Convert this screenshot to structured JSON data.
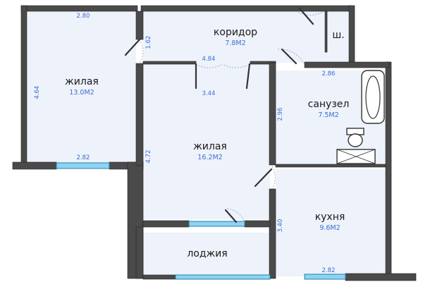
{
  "rooms": {
    "bedroom_left": {
      "name": "жилая",
      "area": "13.0М2"
    },
    "corridor": {
      "name": "коридор",
      "area": "7.8М2"
    },
    "wardrobe": {
      "name": "ш."
    },
    "living": {
      "name": "жилая",
      "area": "16.2М2"
    },
    "bathroom": {
      "name": "санузел",
      "area": "7.5М2"
    },
    "kitchen": {
      "name": "кухня",
      "area": "9.6М2"
    },
    "loggia": {
      "name": "лоджия"
    }
  },
  "dimensions": {
    "bedroom_top": "2.80",
    "bedroom_side": "4.64",
    "bedroom_window": "2.82",
    "corridor_door": "1.62",
    "corridor_width": "4.84",
    "living_door": "3.44",
    "living_side": "4.72",
    "bath_top": "2.86",
    "bath_side": "2.96",
    "kitchen_side": "3.40",
    "kitchen_window": "2.82"
  },
  "colors": {
    "wall": "#4a4a4a",
    "floor": "#eef2fb",
    "window": "#8fd3f0",
    "label": "#3a6fd0"
  }
}
